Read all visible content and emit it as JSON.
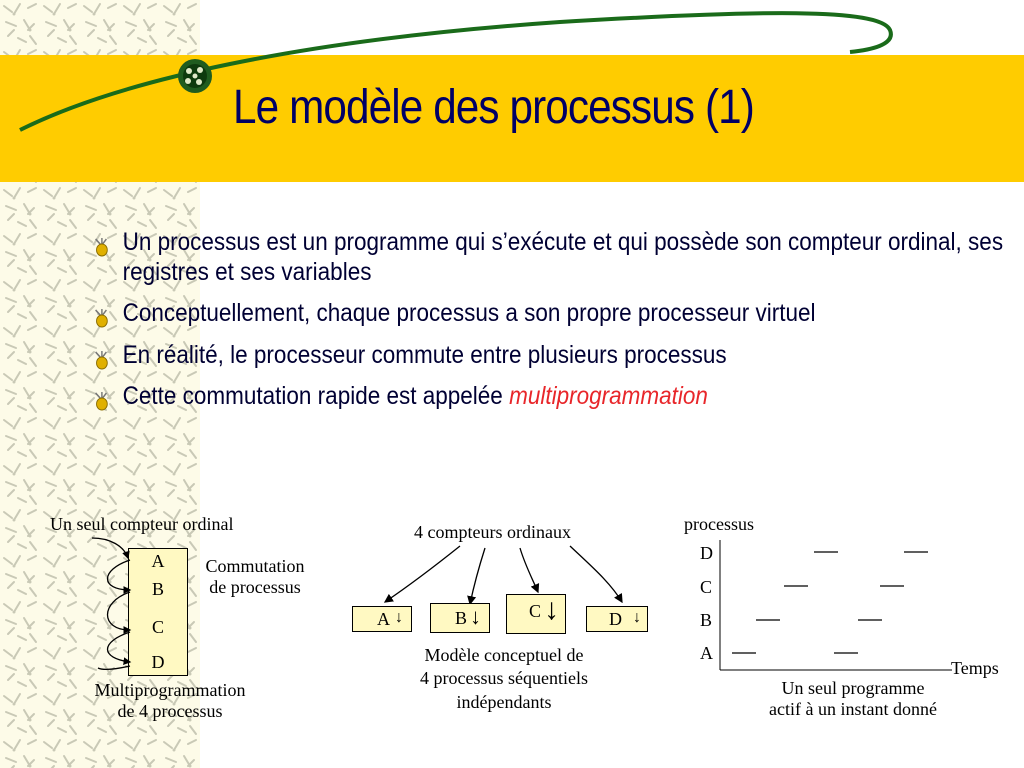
{
  "slide": {
    "title": "Le modèle des processus (1)",
    "bullets": [
      {
        "text": "Un processus est un programme qui s’exécute et qui possède son compteur ordinal, ses registres et ses variables"
      },
      {
        "text": "Conceptuellement, chaque processus a son propre processeur virtuel"
      },
      {
        "text": "En réalité, le processeur commute entre plusieurs processus"
      },
      {
        "text": "Cette commutation rapide est appelée ",
        "highlight": "multiprogrammation"
      }
    ]
  },
  "diagram1": {
    "top_label": "Un seul compteur ordinal",
    "boxes": [
      "A",
      "B",
      "C",
      "D"
    ],
    "side_label_line1": "Commutation",
    "side_label_line2": "de processus",
    "bottom_line1": "Multiprogrammation",
    "bottom_line2": "de 4 processus"
  },
  "diagram2": {
    "top_label": "4 compteurs ordinaux",
    "boxes": [
      "A",
      "B",
      "C",
      "D"
    ],
    "bottom_line1": "Modèle conceptuel de",
    "bottom_line2": "4 processus séquentiels",
    "bottom_line3": "indépendants"
  },
  "diagram3": {
    "y_title": "processus",
    "rows": [
      "D",
      "C",
      "B",
      "A"
    ],
    "x_title": "Temps",
    "bottom_line1": "Un seul programme",
    "bottom_line2": "actif à un instant donné"
  },
  "colors": {
    "title_band": "#ffcc00",
    "title_text": "#000066",
    "highlight": "#e8262a",
    "box_fill": "#fff9c2",
    "curve": "#1a6b1a"
  }
}
